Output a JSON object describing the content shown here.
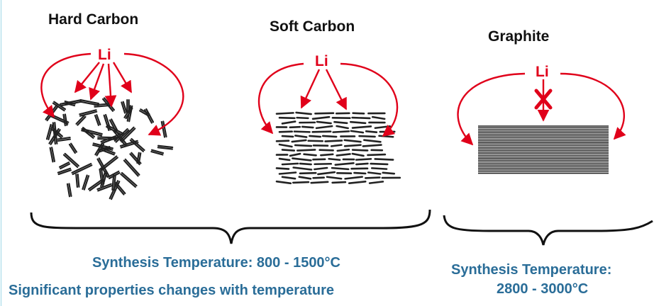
{
  "panels": [
    {
      "title": "Hard Carbon",
      "li_label": "Li"
    },
    {
      "title": "Soft Carbon",
      "li_label": "Li"
    },
    {
      "title": "Graphite",
      "li_label": "Li"
    }
  ],
  "captions": {
    "left_temperature": "Synthesis Temperature: 800 - 1500°C",
    "left_note": "Significant properties changes with temperature",
    "right_heading": "Synthesis Temperature:",
    "right_temperature": "2800 - 3000°C"
  },
  "colors": {
    "arrow": "#e0001a",
    "caption": "#2a6d98",
    "text": "#111111"
  },
  "icons": {
    "blocked": "red-x-block"
  }
}
